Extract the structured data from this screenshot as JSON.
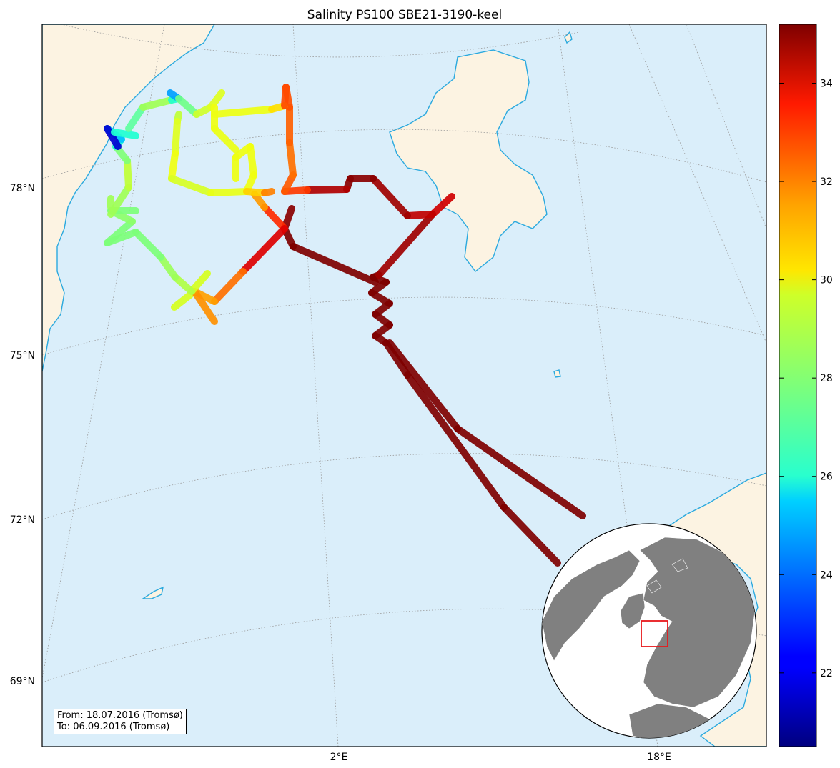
{
  "title": "Salinity PS100 SBE21-3190-keel",
  "lat_labels": [
    "78°N",
    "75°N",
    "72°N",
    "69°N"
  ],
  "lon_labels": [
    "2°E",
    "18°E"
  ],
  "colorbar": {
    "ticks": [
      "34",
      "32",
      "30",
      "28",
      "26",
      "24",
      "22"
    ],
    "range": [
      20.5,
      35.2
    ],
    "colormap": "jet"
  },
  "info": {
    "from": "From: 18.07.2016 (Tromsø)",
    "to": "To: 06.09.2016 (Tromsø)"
  },
  "colors": {
    "ocean": "#daeefa",
    "land": "#fcf3e2",
    "coast": "#2ba9de",
    "inset_land": "#808080",
    "inset_box": "#e8181b"
  }
}
